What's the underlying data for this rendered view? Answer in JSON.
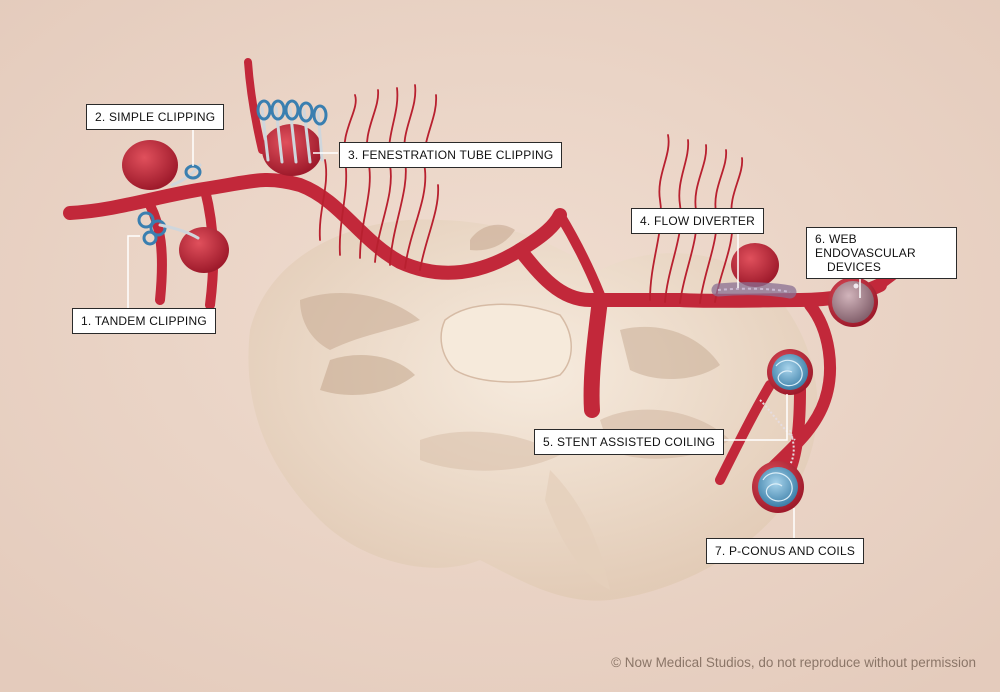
{
  "labels": {
    "simple_clipping": "2. SIMPLE CLIPPING",
    "fenestration": "3. FENESTRATION TUBE CLIPPING",
    "tandem_clipping": "1. TANDEM CLIPPING",
    "flow_diverter": "4. FLOW DIVERTER",
    "web_line1": "6. WEB ENDOVASCULAR",
    "web_line2": "DEVICES",
    "stent_coiling": "5. STENT ASSISTED COILING",
    "pconus": "7. P-CONUS AND COILS"
  },
  "copyright": "© Now Medical Studios, do not reproduce without permission",
  "colors": {
    "background": "#e9d4c6",
    "artery": "#c2283a",
    "bone": "#f3e6d6",
    "clip": "#3a7fb0",
    "coil": "#6fb1d8"
  }
}
